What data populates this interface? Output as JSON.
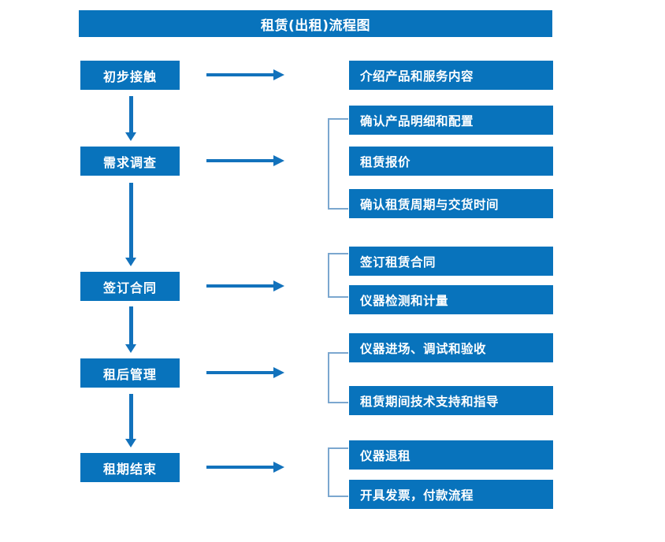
{
  "diagram": {
    "title": "租赁(出租)流程图",
    "accent_color": "#0873BC",
    "arrow_color": "#1272BC",
    "bracket_color": "#7BA7CF",
    "text_color": "#FFFFFF",
    "background_color": "#FFFFFF"
  },
  "stages": [
    {
      "id": "stage-1",
      "label": "初步接触"
    },
    {
      "id": "stage-2",
      "label": "需求调查"
    },
    {
      "id": "stage-3",
      "label": "签订合同"
    },
    {
      "id": "stage-4",
      "label": "租后管理"
    },
    {
      "id": "stage-5",
      "label": "租期结束"
    }
  ],
  "details": [
    {
      "id": "detail-1-1",
      "label": "介绍产品和服务内容",
      "group": 1
    },
    {
      "id": "detail-2-1",
      "label": "确认产品明细和配置",
      "group": 2
    },
    {
      "id": "detail-2-2",
      "label": "租赁报价",
      "group": 2
    },
    {
      "id": "detail-2-3",
      "label": "确认租赁周期与交货时间",
      "group": 2
    },
    {
      "id": "detail-3-1",
      "label": "签订租赁合同",
      "group": 3
    },
    {
      "id": "detail-3-2",
      "label": "仪器检测和计量",
      "group": 3
    },
    {
      "id": "detail-4-1",
      "label": "仪器进场、调试和验收",
      "group": 4
    },
    {
      "id": "detail-4-2",
      "label": "租赁期间技术支持和指导",
      "group": 4
    },
    {
      "id": "detail-5-1",
      "label": "仪器退租",
      "group": 5
    },
    {
      "id": "detail-5-2",
      "label": "开具发票，付款流程",
      "group": 5
    }
  ],
  "flow_arrows": {
    "horizontal_count": 5,
    "vertical_count": 4
  },
  "brackets": {
    "count": 4
  }
}
